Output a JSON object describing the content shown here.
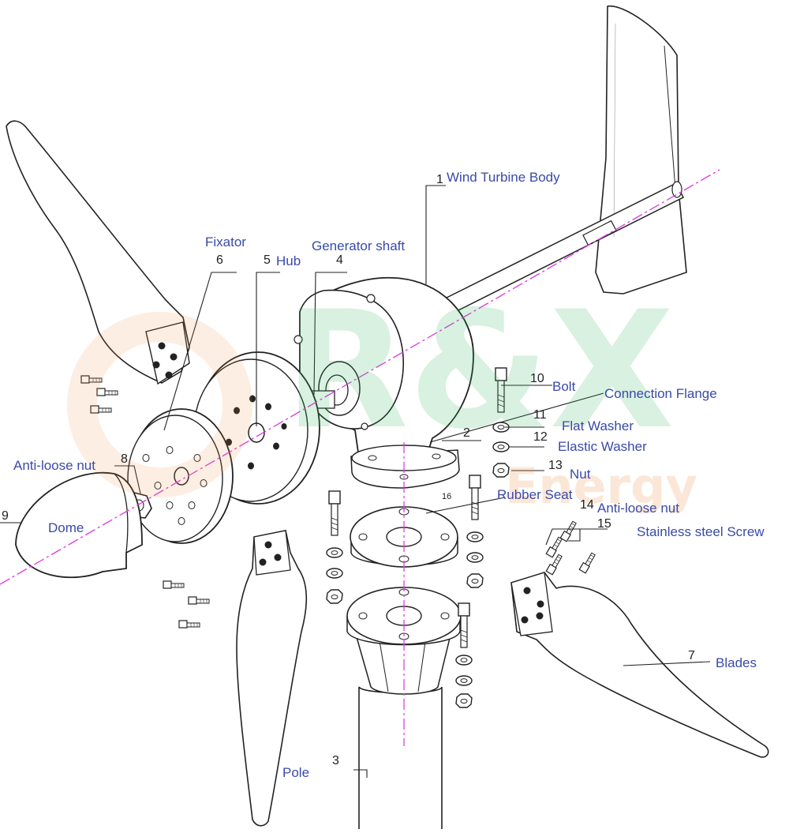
{
  "parts": {
    "p1": {
      "num": "1",
      "label": "Wind Turbine Body"
    },
    "p2": {
      "num": "2",
      "label": "Connection Flange"
    },
    "p3": {
      "num": "3",
      "label": "Pole"
    },
    "p4": {
      "num": "4",
      "label": "Generator shaft"
    },
    "p5": {
      "num": "5",
      "label": "Hub"
    },
    "p6": {
      "num": "6",
      "label": "Fixator"
    },
    "p7": {
      "num": "7",
      "label": "Blades"
    },
    "p8": {
      "num": "8",
      "label": "Anti-loose nut"
    },
    "p9": {
      "num": "9",
      "label": "Dome"
    },
    "p10": {
      "num": "10",
      "label": "Bolt"
    },
    "p11": {
      "num": "11",
      "label": "Flat Washer"
    },
    "p12": {
      "num": "12",
      "label": "Elastic Washer"
    },
    "p13": {
      "num": "13",
      "label": "Nut"
    },
    "p14": {
      "num": "14",
      "label": "Anti-loose nut"
    },
    "p15": {
      "num": "15",
      "label": "Stainless steel Screw"
    },
    "p16": {
      "num": "16",
      "label": "Rubber Seat"
    }
  },
  "watermark": {
    "brand": "R&X",
    "sub": "Energy",
    "brand_color": "#2fb35a",
    "accent_color": "#f08a3c"
  },
  "colors": {
    "label": "#3a4aa8",
    "axis": "#e040e0",
    "line": "#222222"
  }
}
